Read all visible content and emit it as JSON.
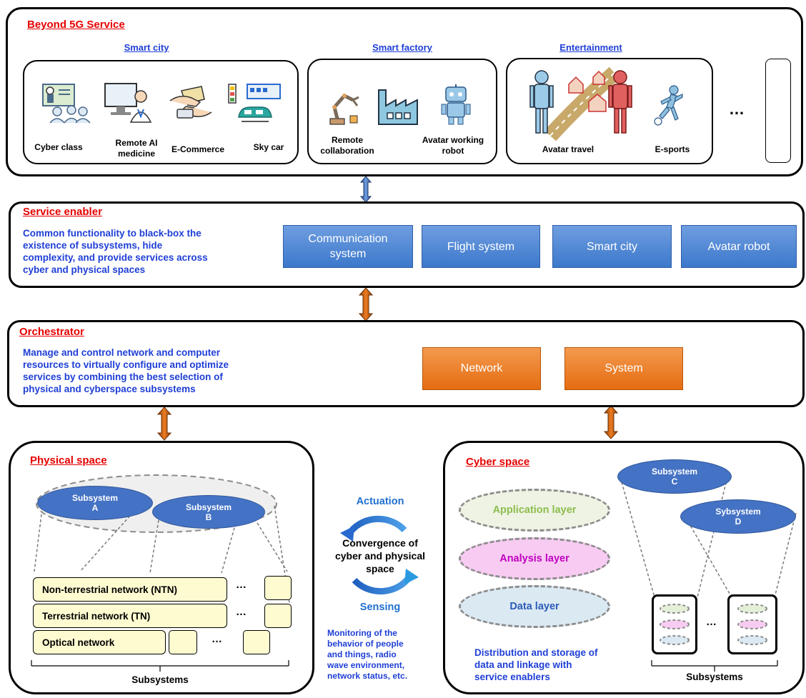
{
  "beyond5g": {
    "heading": "Beyond 5G Service",
    "categories": {
      "smart_city": "Smart city",
      "smart_factory": "Smart factory",
      "entertainment": "Entertainment"
    },
    "services": {
      "cyber_class": "Cyber class",
      "remote_ai_1": "Remote AI",
      "remote_ai_2": "medicine",
      "ecommerce": "E-Commerce",
      "sky_car": "Sky car",
      "remote_collab_1": "Remote",
      "remote_collab_2": "collaboration",
      "avatar_robot_1": "Avatar working",
      "avatar_robot_2": "robot",
      "avatar_travel": "Avatar travel",
      "esports": "E-sports"
    },
    "ellipsis": "…"
  },
  "service_enabler": {
    "heading": "Service enabler",
    "desc": [
      "Common functionality to black-box the",
      "existence of subsystems, hide",
      "complexity, and provide services across",
      "cyber and physical spaces"
    ],
    "boxes": {
      "comm_1": "Communication",
      "comm_2": "system",
      "flight": "Flight system",
      "smart_city": "Smart city",
      "avatar": "Avatar robot"
    }
  },
  "orchestrator": {
    "heading": "Orchestrator",
    "desc": [
      "Manage and control network and computer",
      "resources to virtually configure and optimize",
      "services by combining the best selection of",
      "physical and cyberspace subsystems"
    ],
    "boxes": {
      "network": "Network",
      "system": "System"
    }
  },
  "physical": {
    "heading": "Physical space",
    "subsystem_a": [
      "Subsystem",
      "A"
    ],
    "subsystem_b": [
      "Subsystem",
      "B"
    ],
    "networks": {
      "ntn": "Non-terrestrial network (NTN)",
      "tn": "Terrestrial network (TN)",
      "optical": "Optical network"
    },
    "dots": "…",
    "footer": "Subsystems"
  },
  "convergence": {
    "actuation": "Actuation",
    "center": [
      "Convergence of",
      "cyber and physical",
      "space"
    ],
    "sensing": "Sensing",
    "monitoring": [
      "Monitoring of the",
      "behavior of people",
      "and things, radio",
      "wave environment,",
      "network status, etc."
    ]
  },
  "cyber": {
    "heading": "Cyber space",
    "layers": {
      "application": "Application layer",
      "analysis": "Analysis layer",
      "data": "Data layer"
    },
    "subsystem_c": [
      "Subsystem",
      "C"
    ],
    "subsystem_d": [
      "Sybsystem",
      "D"
    ],
    "desc": [
      "Distribution and storage of",
      "data and linkage with",
      "service enablers"
    ],
    "dots": "…",
    "footer": "Subsystems"
  },
  "colors": {
    "heading_red": "#e60000",
    "text_blue": "#1f3fd6",
    "enabler_blue": "#4a86d6",
    "orch_orange": "#ee7c22",
    "subsystem_blue": "#4472c4",
    "app_green": "#8dbd4e",
    "analysis_magenta": "#c000c0",
    "data_blue": "#2b5cb5"
  }
}
